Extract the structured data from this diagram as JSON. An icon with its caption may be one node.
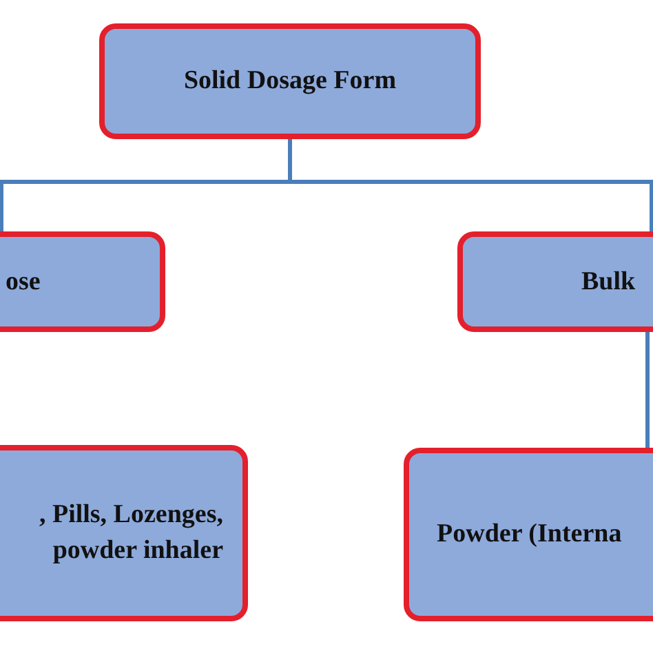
{
  "diagram": {
    "nodes": [
      {
        "text": [
          "Solid Dosage Form"
        ]
      },
      {
        "text": [
          "ose"
        ]
      },
      {
        "text": [
          "Bulk"
        ]
      },
      {
        "text": [
          ", Pills, Lozenges, powder inhaler"
        ]
      },
      {
        "text": [
          "Powder (Interna"
        ]
      }
    ],
    "edges": [
      {
        "from": 0,
        "to": 1,
        "arrow": "none"
      },
      {
        "from": 0,
        "to": 2,
        "arrow": "none"
      },
      {
        "from": 2,
        "to": 4,
        "arrow": "none"
      }
    ]
  }
}
